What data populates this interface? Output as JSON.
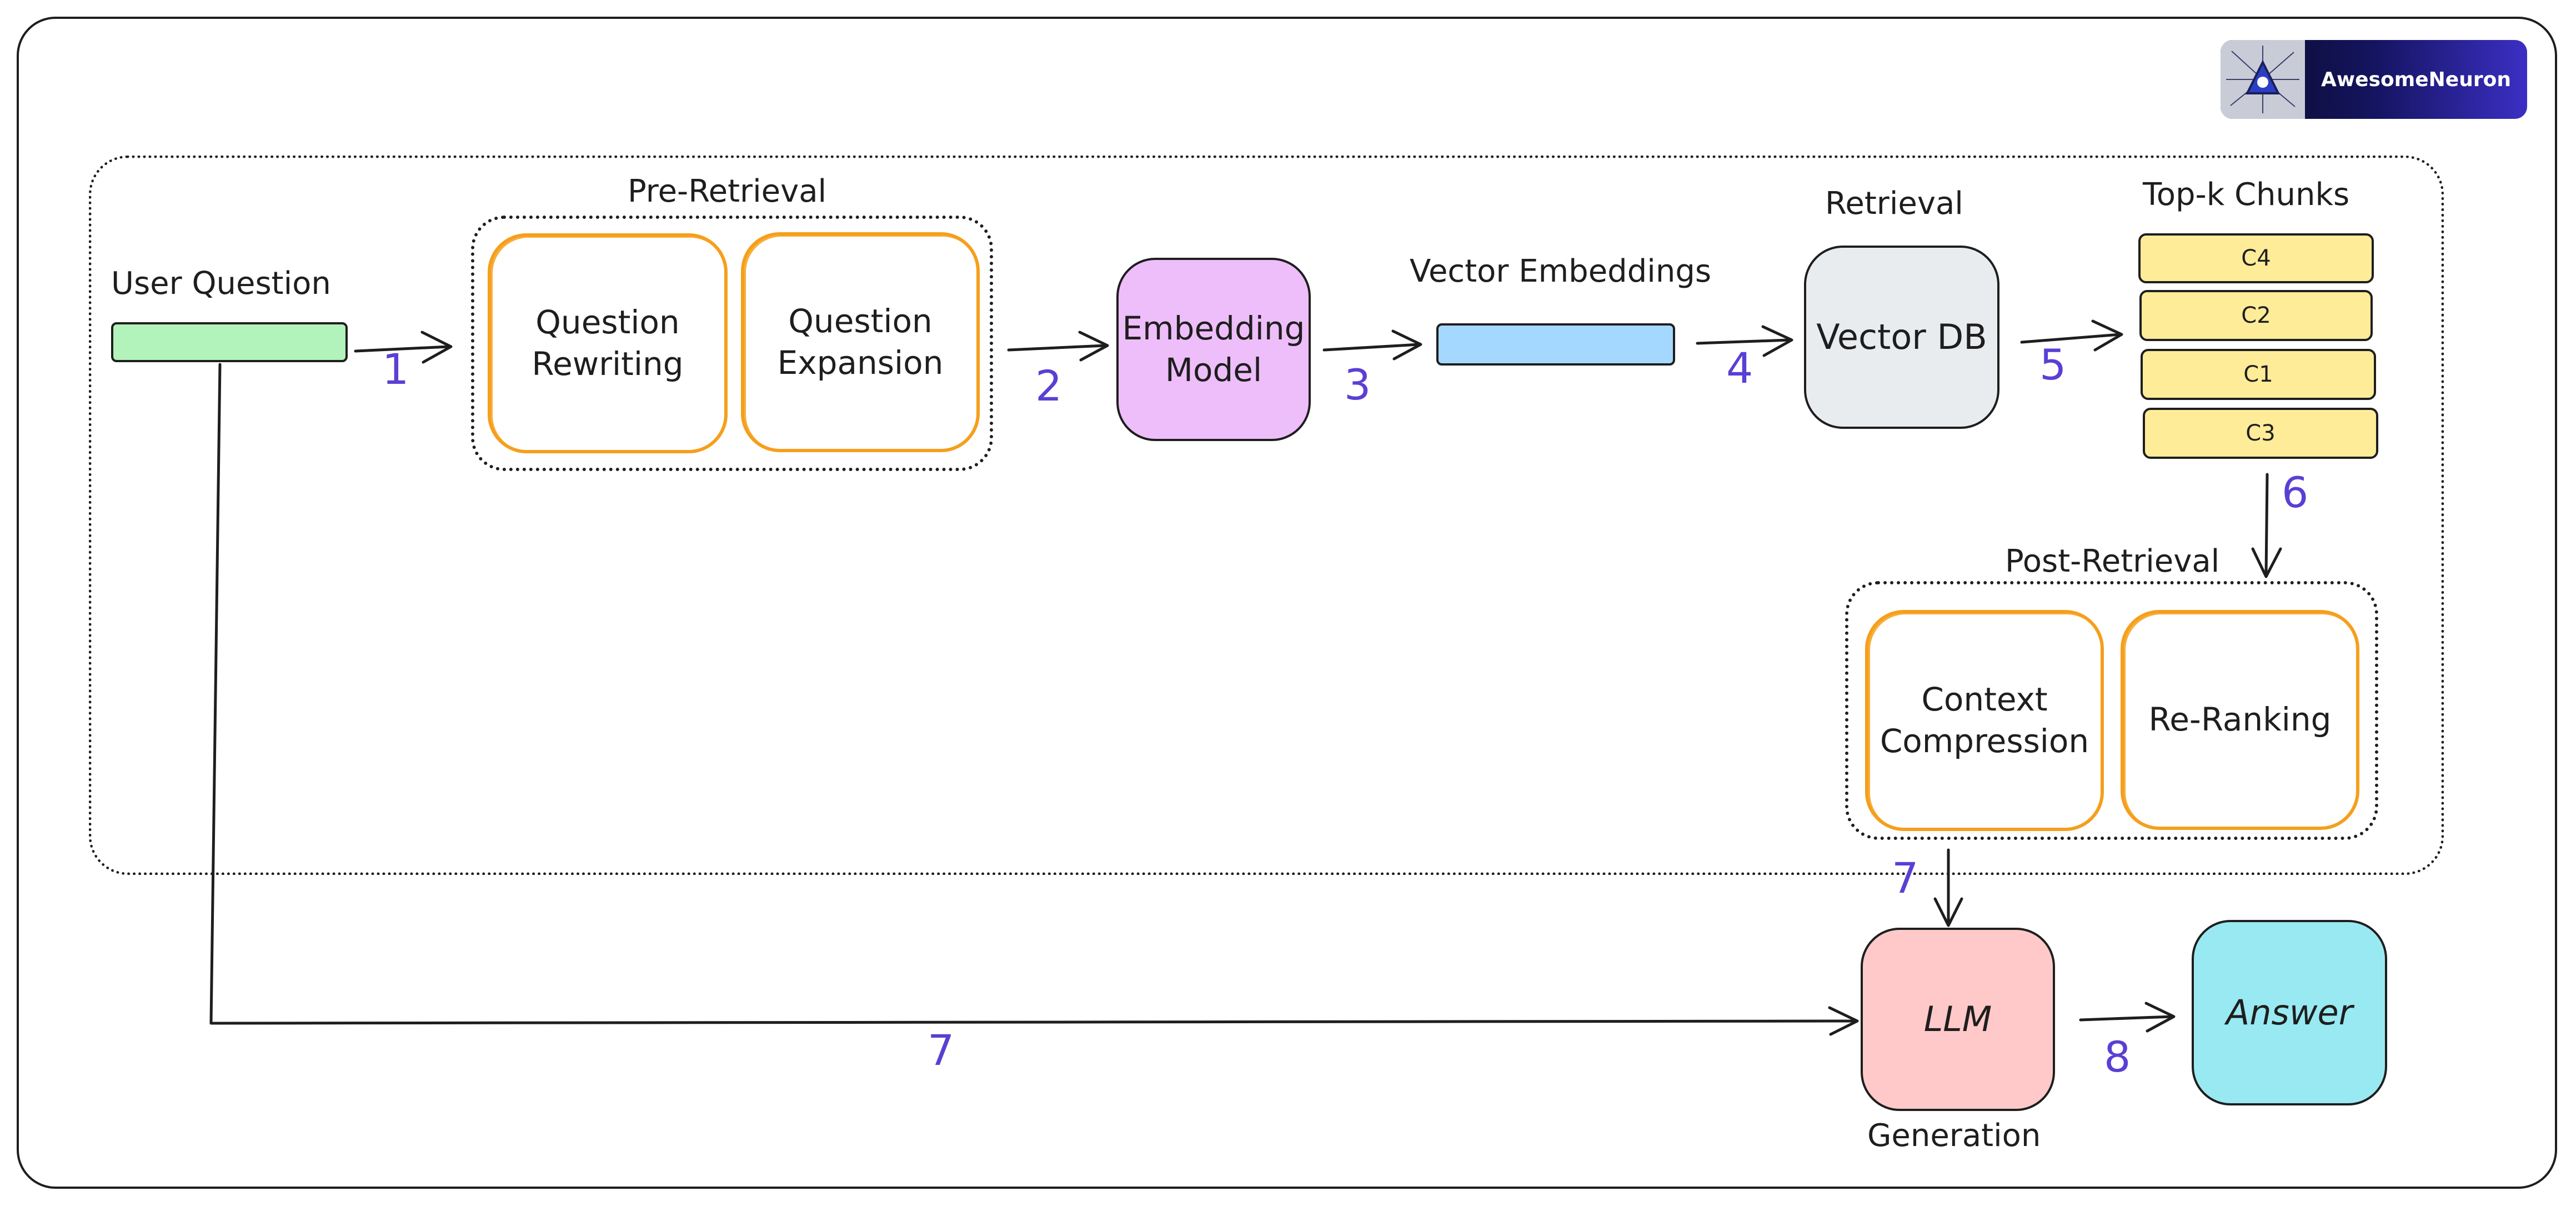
{
  "logo": {
    "text": "AwesomeNeuron"
  },
  "labels": {
    "user_question": "User Question",
    "pre_retrieval": "Pre-Retrieval",
    "vector_embeddings": "Vector Embeddings",
    "retrieval": "Retrieval",
    "top_k_chunks": "Top-k Chunks",
    "post_retrieval": "Post-Retrieval",
    "generation": "Generation"
  },
  "nodes": {
    "question_rewriting": "Question\nRewriting",
    "question_expansion": "Question\nExpansion",
    "embedding_model": "Embedding\nModel",
    "vector_db": "Vector DB",
    "context_compression": "Context\nCompression",
    "re_ranking": "Re-Ranking",
    "llm": "LLM",
    "answer": "Answer"
  },
  "chunks": [
    "C4",
    "C2",
    "C1",
    "C3"
  ],
  "steps": [
    "1",
    "2",
    "3",
    "4",
    "5",
    "6",
    "7",
    "7",
    "8"
  ],
  "colors": {
    "user_question_bar": "#b2f2bb",
    "vector_bar": "#a5d8ff",
    "embedding_model": "#eebefa",
    "vector_db": "#e9ecef",
    "llm": "#ffc9c9",
    "answer": "#99e9f2",
    "chunk": "#ffec99",
    "orange_border": "#f59f1c",
    "step_number": "#5b3fd4"
  }
}
